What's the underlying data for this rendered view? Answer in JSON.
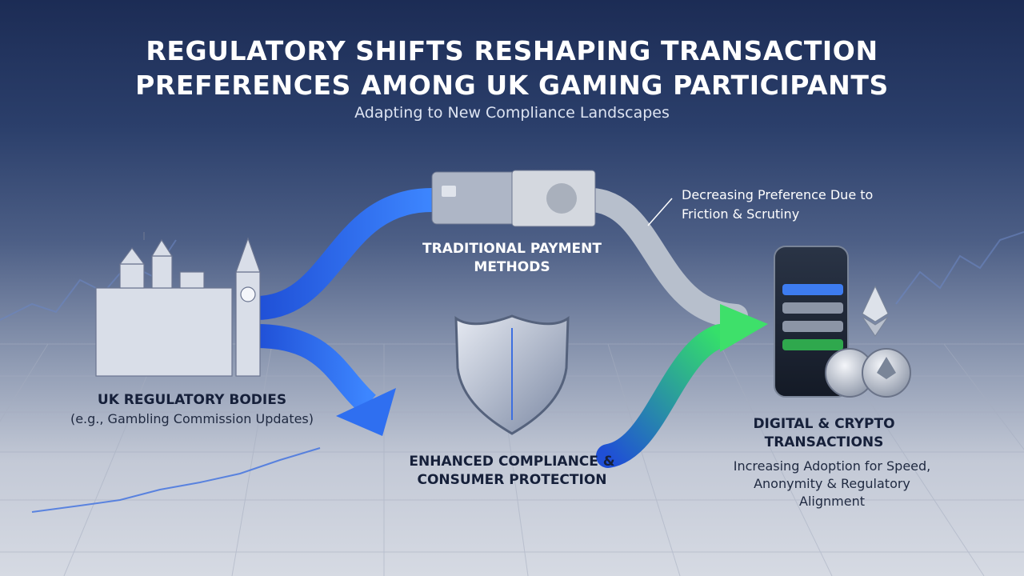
{
  "title": "REGULATORY SHIFTS RESHAPING TRANSACTION PREFERENCES AMONG UK GAMING PARTICIPANTS",
  "subtitle": "Adapting to New Compliance Landscapes",
  "nodes": {
    "uk_regulators": {
      "title": "UK REGULATORY BODIES",
      "subtitle": "(e.g., Gambling Commission Updates)"
    },
    "traditional": {
      "title": "TRADITIONAL PAYMENT METHODS",
      "note": "Decreasing Preference Due to Friction & Scrutiny"
    },
    "compliance": {
      "title": "ENHANCED COMPLIANCE & CONSUMER PROTECTION"
    },
    "digital": {
      "title": "DIGITAL & CRYPTO TRANSACTIONS",
      "subtitle": "Increasing Adoption for Speed, Anonymity & Regulatory Alignment"
    }
  },
  "icons": [
    "parliament-icon",
    "payment-card-icon",
    "banknote-icon",
    "shield-icon",
    "smartphone-icon",
    "ethereum-icon",
    "bitcoin-coin-icon",
    "ethereum-coin-icon"
  ],
  "colors": {
    "title": "#ffffff",
    "flow_blue": "#2f6ff0",
    "flow_grey": "#b7bfcc",
    "flow_green": "#3ee06a",
    "label_dark": "#16203a"
  }
}
